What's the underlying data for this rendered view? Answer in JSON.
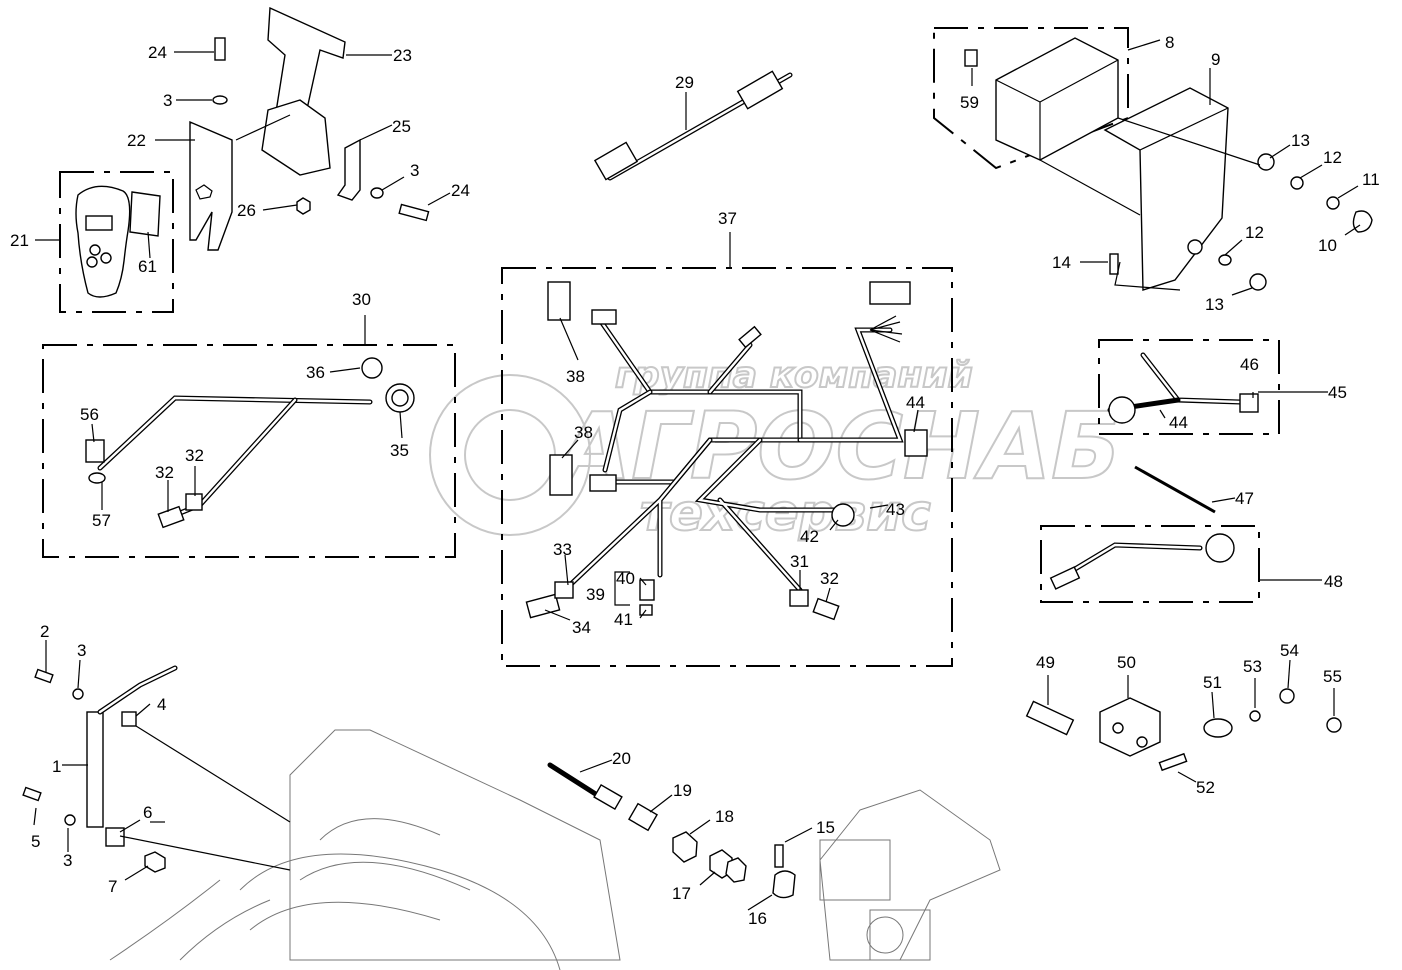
{
  "diagram": {
    "watermark": {
      "line1": "группа компаний",
      "line2": "АГРОСНАБ",
      "line3": "техсервис"
    },
    "callouts": [
      "1",
      "2",
      "3",
      "3",
      "3",
      "3",
      "4",
      "5",
      "6",
      "7",
      "8",
      "9",
      "10",
      "11",
      "12",
      "12",
      "13",
      "13",
      "14",
      "15",
      "16",
      "17",
      "18",
      "19",
      "20",
      "21",
      "22",
      "23",
      "24",
      "24",
      "25",
      "26",
      "29",
      "30",
      "31",
      "32",
      "32",
      "32",
      "33",
      "34",
      "35",
      "36",
      "37",
      "38",
      "38",
      "39",
      "40",
      "41",
      "42",
      "43",
      "44",
      "44",
      "45",
      "46",
      "47",
      "48",
      "49",
      "50",
      "51",
      "52",
      "53",
      "54",
      "55",
      "56",
      "57",
      "59",
      "61"
    ]
  }
}
